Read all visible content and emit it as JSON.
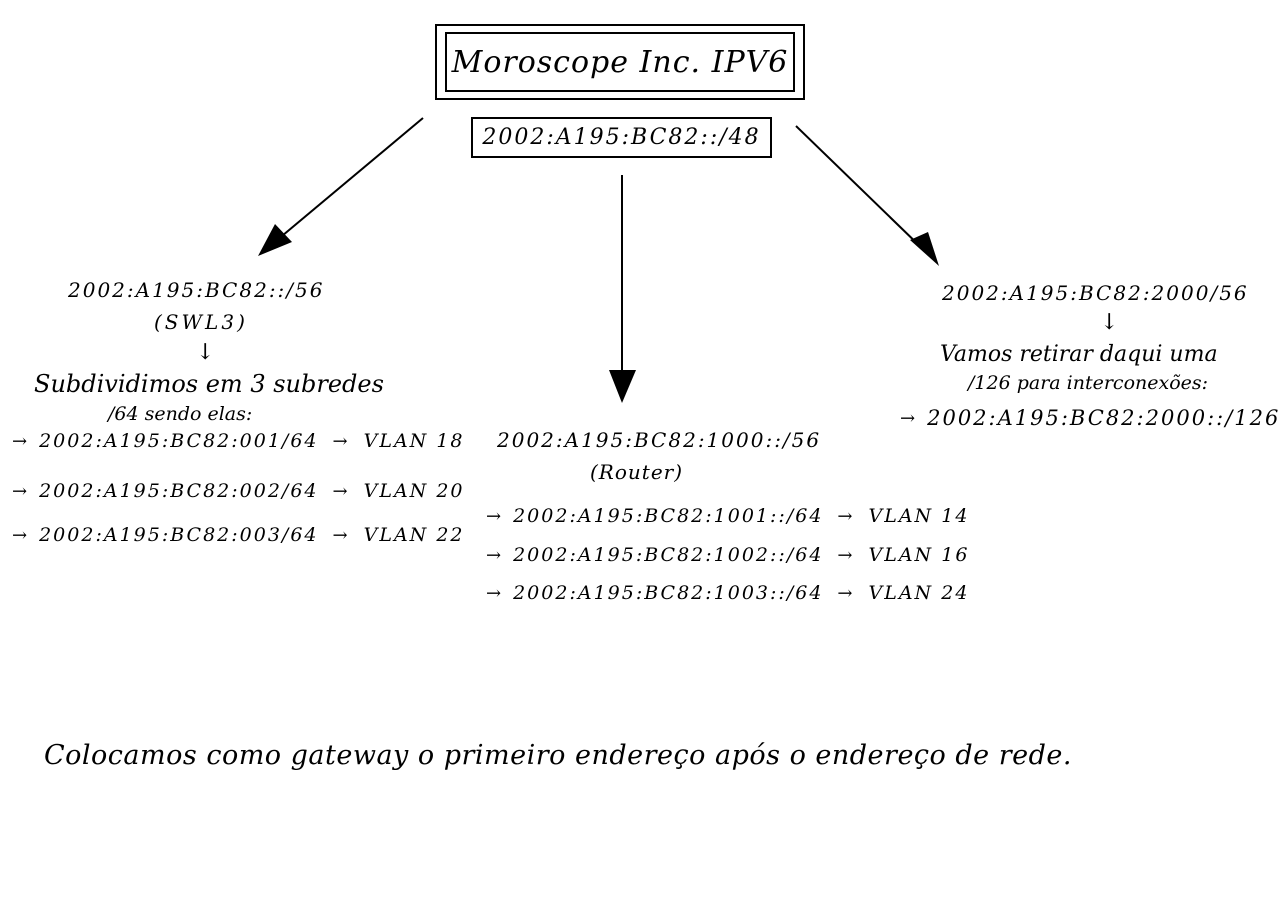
{
  "title": "Moroscope Inc. IPV6",
  "prefix": "2002:A195:BC82::/48",
  "left": {
    "address": "2002:A195:BC82::/56",
    "device": "(SWL3)",
    "note_line1": "Subdividimos em 3 subredes",
    "note_line2": "/64 sendo elas:",
    "subnets": [
      {
        "net": "2002:A195:BC82:001/64",
        "vlan": "VLAN 18"
      },
      {
        "net": "2002:A195:BC82:002/64",
        "vlan": "VLAN 20"
      },
      {
        "net": "2002:A195:BC82:003/64",
        "vlan": "VLAN 22"
      }
    ]
  },
  "center": {
    "address": "2002:A195:BC82:1000::/56",
    "device": "(Router)",
    "subnets": [
      {
        "net": "2002:A195:BC82:1001::/64",
        "vlan": "VLAN 14"
      },
      {
        "net": "2002:A195:BC82:1002::/64",
        "vlan": "VLAN 16"
      },
      {
        "net": "2002:A195:BC82:1003::/64",
        "vlan": "VLAN 24"
      }
    ]
  },
  "right": {
    "address": "2002:A195:BC82:2000/56",
    "note_line1": "Vamos retirar daqui uma",
    "note_line2": "/126 para interconexões:",
    "interconnect": "2002:A195:BC82:2000::/126"
  },
  "footer": "Colocamos como gateway o primeiro endereço após o endereço de rede.",
  "symbols": {
    "arrow": "→",
    "down_arrow": "↓"
  }
}
